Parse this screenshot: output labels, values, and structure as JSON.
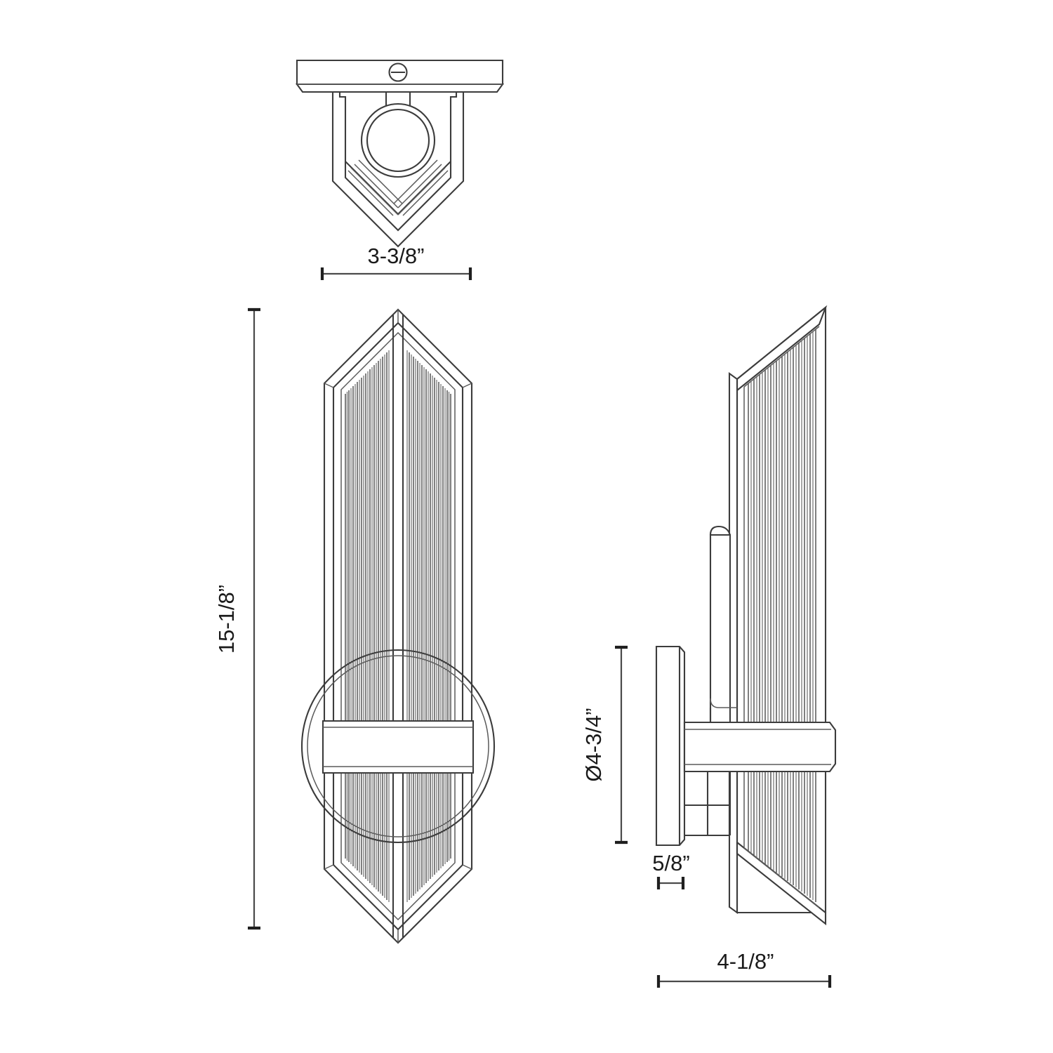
{
  "drawing": {
    "type": "technical-dimension-drawing",
    "subject": "wall-sconce-fluted-glass",
    "background_color": "#ffffff",
    "line_color": "#3c3c3c",
    "dim_line_color": "#4a4a4a",
    "text_color": "#1a1a1a",
    "views": [
      {
        "name": "top-view",
        "label": ""
      },
      {
        "name": "front-view",
        "label": ""
      },
      {
        "name": "side-view",
        "label": ""
      }
    ]
  },
  "dimensions": {
    "top_width": "3-3/8”",
    "front_height": "15-1/8”",
    "backplate_diameter": "Ø4-3/4”",
    "backplate_depth": "5/8”",
    "side_depth": "4-1/8”"
  }
}
